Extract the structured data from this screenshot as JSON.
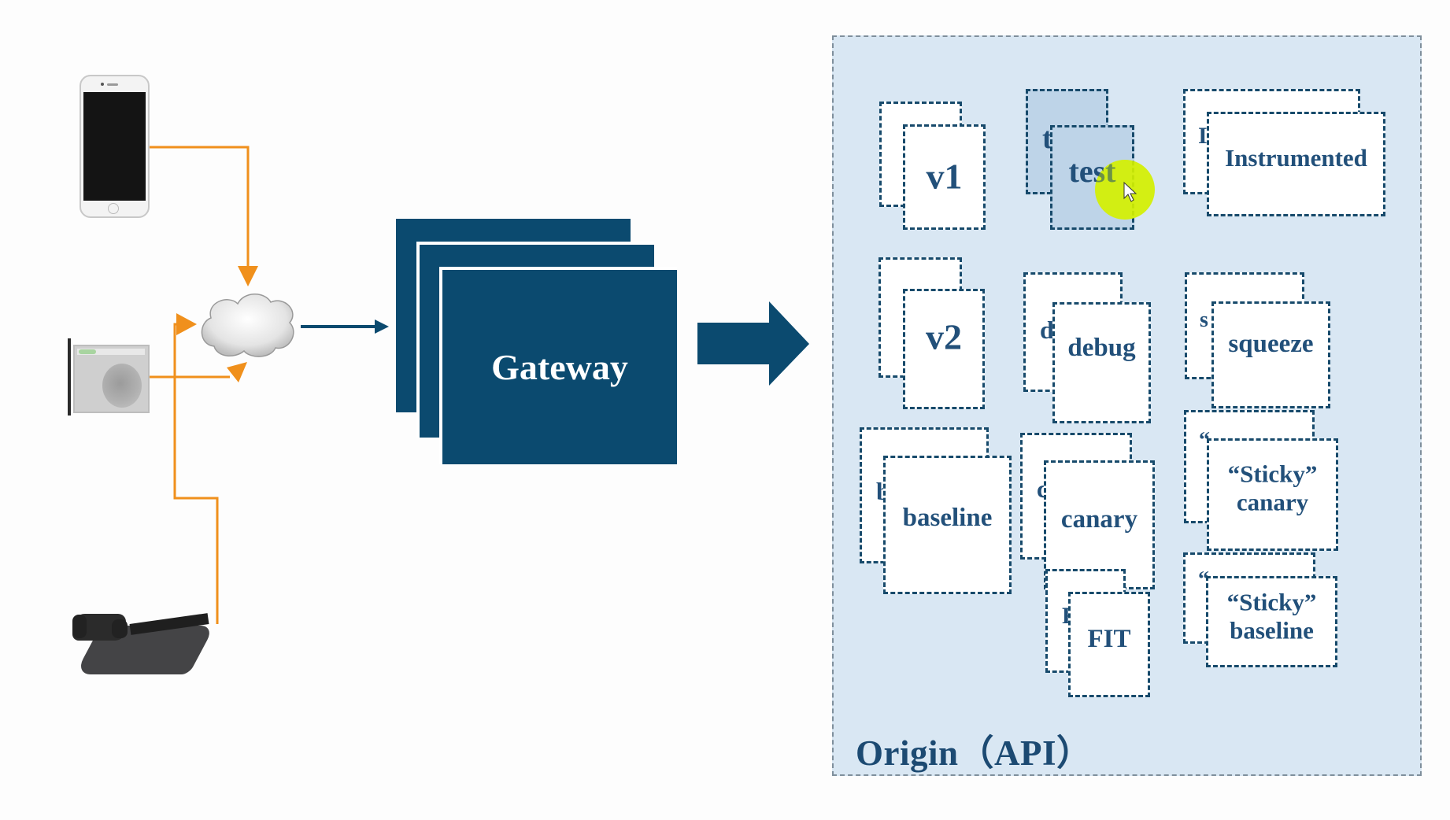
{
  "diagram": {
    "title": "Gateway routing to Origin (API) service variants",
    "clients": [
      {
        "id": "mobile",
        "icon": "smartphone-icon"
      },
      {
        "id": "web",
        "icon": "browser-icon"
      },
      {
        "id": "console",
        "icon": "game-console-icon"
      }
    ],
    "internet": {
      "icon": "cloud-icon"
    },
    "gateway": {
      "label": "Gateway"
    },
    "origin": {
      "label": "Origin（API）"
    },
    "services": [
      {
        "id": "v1",
        "label": "v1",
        "peek": ""
      },
      {
        "id": "test",
        "label": "test",
        "peek": "t",
        "highlighted": true
      },
      {
        "id": "instrumented",
        "label": "Instrumented",
        "peek": "I"
      },
      {
        "id": "v2",
        "label": "v2",
        "peek": ""
      },
      {
        "id": "debug",
        "label": "debug",
        "peek": "d"
      },
      {
        "id": "squeeze",
        "label": "squeeze",
        "peek": "s"
      },
      {
        "id": "baseline",
        "label": "baseline",
        "peek": "b"
      },
      {
        "id": "canary",
        "label": "canary",
        "peek": "c"
      },
      {
        "id": "sticky-canary",
        "label": "“Sticky” canary",
        "peek": "“"
      },
      {
        "id": "fit",
        "label": "FIT",
        "peek": "F"
      },
      {
        "id": "sticky-baseline",
        "label": "“Sticky” baseline",
        "peek": "“"
      }
    ],
    "colors": {
      "gateway": "#0b4a6f",
      "connector_client": "#f0901c",
      "connector_gateway": "#0b4a6f",
      "origin_bg": "#d9e7f3",
      "card_border": "#174a6b",
      "text": "#22507a",
      "cursor_highlight": "#d4f000"
    }
  }
}
